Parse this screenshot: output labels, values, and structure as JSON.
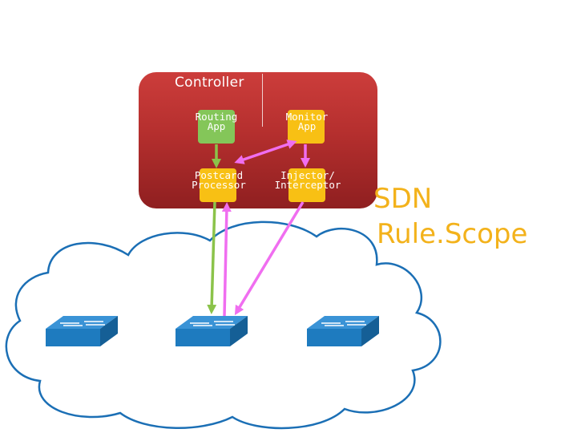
{
  "controller": {
    "label": "Controller",
    "apps": {
      "routing": "Routing\nApp",
      "monitor": "Monitor\nApp",
      "postcard": "Postcard\nProcessor",
      "injector": "Injector/\nInterceptor"
    }
  },
  "title": {
    "line1": "SDN",
    "line2": "Rule.Scope"
  },
  "colors": {
    "controller": "#b52f2e",
    "app_green": "#84c659",
    "app_orange": "#f8c014",
    "arrow_green": "#8bc34a",
    "arrow_pink": "#f06ef0",
    "switch_blue": "#1e7bbf",
    "title": "#f3b21b"
  },
  "icons": [
    "network-cloud-icon",
    "network-switch-icon"
  ]
}
